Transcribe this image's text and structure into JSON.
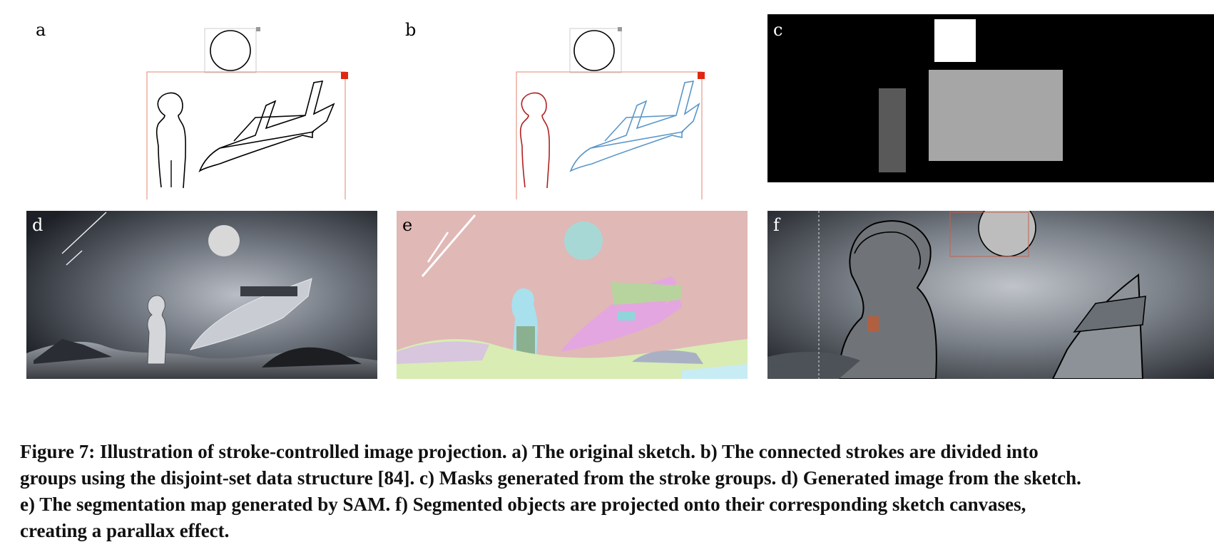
{
  "figure": {
    "panels": {
      "a": {
        "label": "a"
      },
      "b": {
        "label": "b"
      },
      "c": {
        "label": "c"
      },
      "d": {
        "label": "d"
      },
      "e": {
        "label": "e"
      },
      "f": {
        "label": "f"
      }
    },
    "caption_lines": [
      "Figure 7: Illustration of stroke-controlled image projection. a) The original sketch. b) The connected strokes are divided into",
      "groups using the disjoint-set data structure [84]. c) Masks generated from the stroke groups. d) Generated image from the sketch.",
      "e) The segmentation map generated by SAM. f) Segmented objects are projected onto their corresponding sketch canvases,",
      "creating a parallax effect."
    ]
  },
  "colors": {
    "canvas_border": "#e8a090",
    "canvas_handle": "#e02810",
    "group_figure": "#b02020",
    "group_ship": "#5a96c8",
    "segmentation_bg": "#e0b8b6"
  }
}
